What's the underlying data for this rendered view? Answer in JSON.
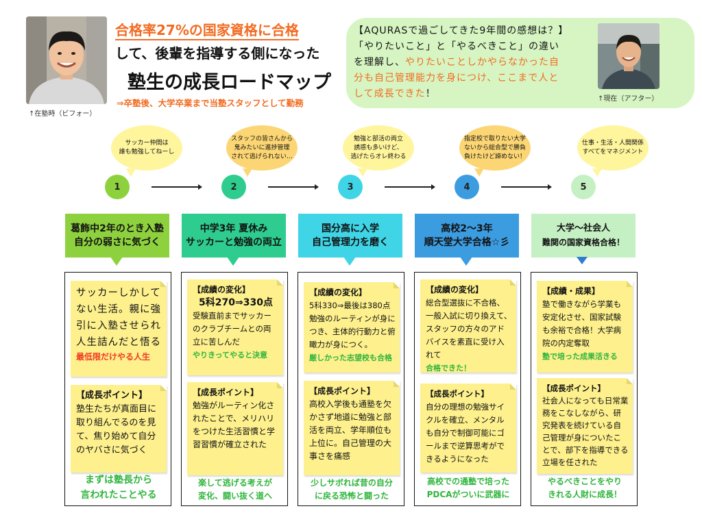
{
  "header": {
    "title_line1": "合格率27%の国家資格に合格",
    "title_line2": "して、後輩を指導する側になった",
    "title_line3": "塾生の成長ロードマップ",
    "title_line4": "⇒卒塾後、大学卒業まで当塾スタッフとして勤務",
    "caption_before": "↑在塾時（ビフォー）",
    "caption_after": "↑現在（アフター）"
  },
  "quote": {
    "line1": "【AQURASで過ごしてきた9年間の感想は？】",
    "line2": "「やりたいこと」と「やるべきこと」の違い",
    "line3_pre": "を理解し、",
    "line3_hl": "やりたいことしかやらなかった自",
    "line4_hl": "分も自己管理能力を身につけ、ここまで人と",
    "line5_hl": "して成長できた",
    "line5_post": "！"
  },
  "bubbles": [
    {
      "text": "サッカー仲間は\n誰も勉強してねーし"
    },
    {
      "text": "スタッフの皆さんから\n鬼みたいに進捗管理\nされて逃げられない…"
    },
    {
      "text": "勉強と部活の両立\n誘惑も多いけど、\n逃げたらオレ終わる"
    },
    {
      "text": "指定校で取りたい大学\nないから総合型で勝負\n負けたけど諦めない！"
    },
    {
      "text": "仕事・生活・人間関係\nすべてをマネジメント"
    }
  ],
  "steps": [
    "1",
    "2",
    "3",
    "4",
    "5"
  ],
  "stages": [
    {
      "line1": "葛飾中2年のとき入塾",
      "line2": "自分の弱さに気づく"
    },
    {
      "line1": "中学3年 夏休み",
      "line2": "サッカーと勉強の両立"
    },
    {
      "line1": "国分高に入学",
      "line2": "自己管理力を磨く"
    },
    {
      "line1": "高校2〜3年",
      "line2": "順天堂大学合格☆彡"
    },
    {
      "line1": "大学〜社会人",
      "line2": "難関の国家資格合格！"
    }
  ],
  "columns": [
    {
      "note1_body": "サッカーしかしてない生活。親に強引に入塾させられ人生詰んだと悟る",
      "note1_highlight": "最低限だけやる人生",
      "note2_title": "【成長ポイント】",
      "note2_body": "塾生たちが真面目に取り組んでるのを見て、焦り始めて自分のヤバさに気づく",
      "footer": "まずは塾長から\n言われたことやる"
    },
    {
      "note1_title": "【成績の変化】",
      "note1_score": "5科270⇒330点",
      "note1_body": "受験直前までサッカーのクラブチームとの両立に苦しんだ",
      "note1_highlight": "やりきってやると決意",
      "note2_title": "【成長ポイント】",
      "note2_body": "勉強がルーティン化されたことで、メリハリをつけた生活習慣と学習習慣が確立された",
      "footer": "楽して逃げる考えが\n変化、闘い抜く道へ"
    },
    {
      "note1_title": "【成績の変化】",
      "note1_body": "5科330⇒最後は380点勉強のルーティンが身につき、主体的行動力と俯瞰力が身につく。",
      "note1_highlight": "厳しかった志望校も合格",
      "note2_title": "【成長ポイント】",
      "note2_body": "高校入学後も通塾を欠かさず地道に勉強と部活を両立、学年順位も上位に。自己管理の大事さを痛感",
      "footer": "少しサボれば昔の自分\nに戻る恐怖と闘った"
    },
    {
      "note1_title": "【成績の変化】",
      "note1_body": "総合型選抜に不合格、一般入試に切り換えて、スタッフの方々のアドバイスを素直に受け入れて",
      "note1_highlight": "合格できた！",
      "note2_title": "【成長ポイント】",
      "note2_body": "自分の理想の勉強サイクルを確立、メンタルも自分で制御可能にゴールまで逆算思考ができるようになった",
      "footer": "高校での通塾で培った\nPDCAがついに武器に"
    },
    {
      "note1_title": "【成績・成果】",
      "note1_body": "塾で働きながら学業も安定化させ、国家試験も余裕で合格！大学病院の内定奪取",
      "note1_highlight": "塾で培った成果活きる",
      "note2_title": "【成長ポイント】",
      "note2_body": "社会人になっても日常業務をこなしながら、研究発表を続けている自己管理が身についたことで、部下を指導できる立場を任された",
      "footer": "やるべきことをやり\nきれる人財に成長！"
    }
  ],
  "colors": {
    "accent_orange": "#f26b21",
    "highlight_green": "#2fb53c",
    "highlight_red": "#ef3a22",
    "stage1": "#8ed13e",
    "stage2": "#2ecc8f",
    "stage3": "#3fd5e6",
    "stage4": "#3c9ce0",
    "stage5": "#c5f0c3",
    "note": "#fdf08d",
    "quote_bg": "#d6f5c2"
  }
}
